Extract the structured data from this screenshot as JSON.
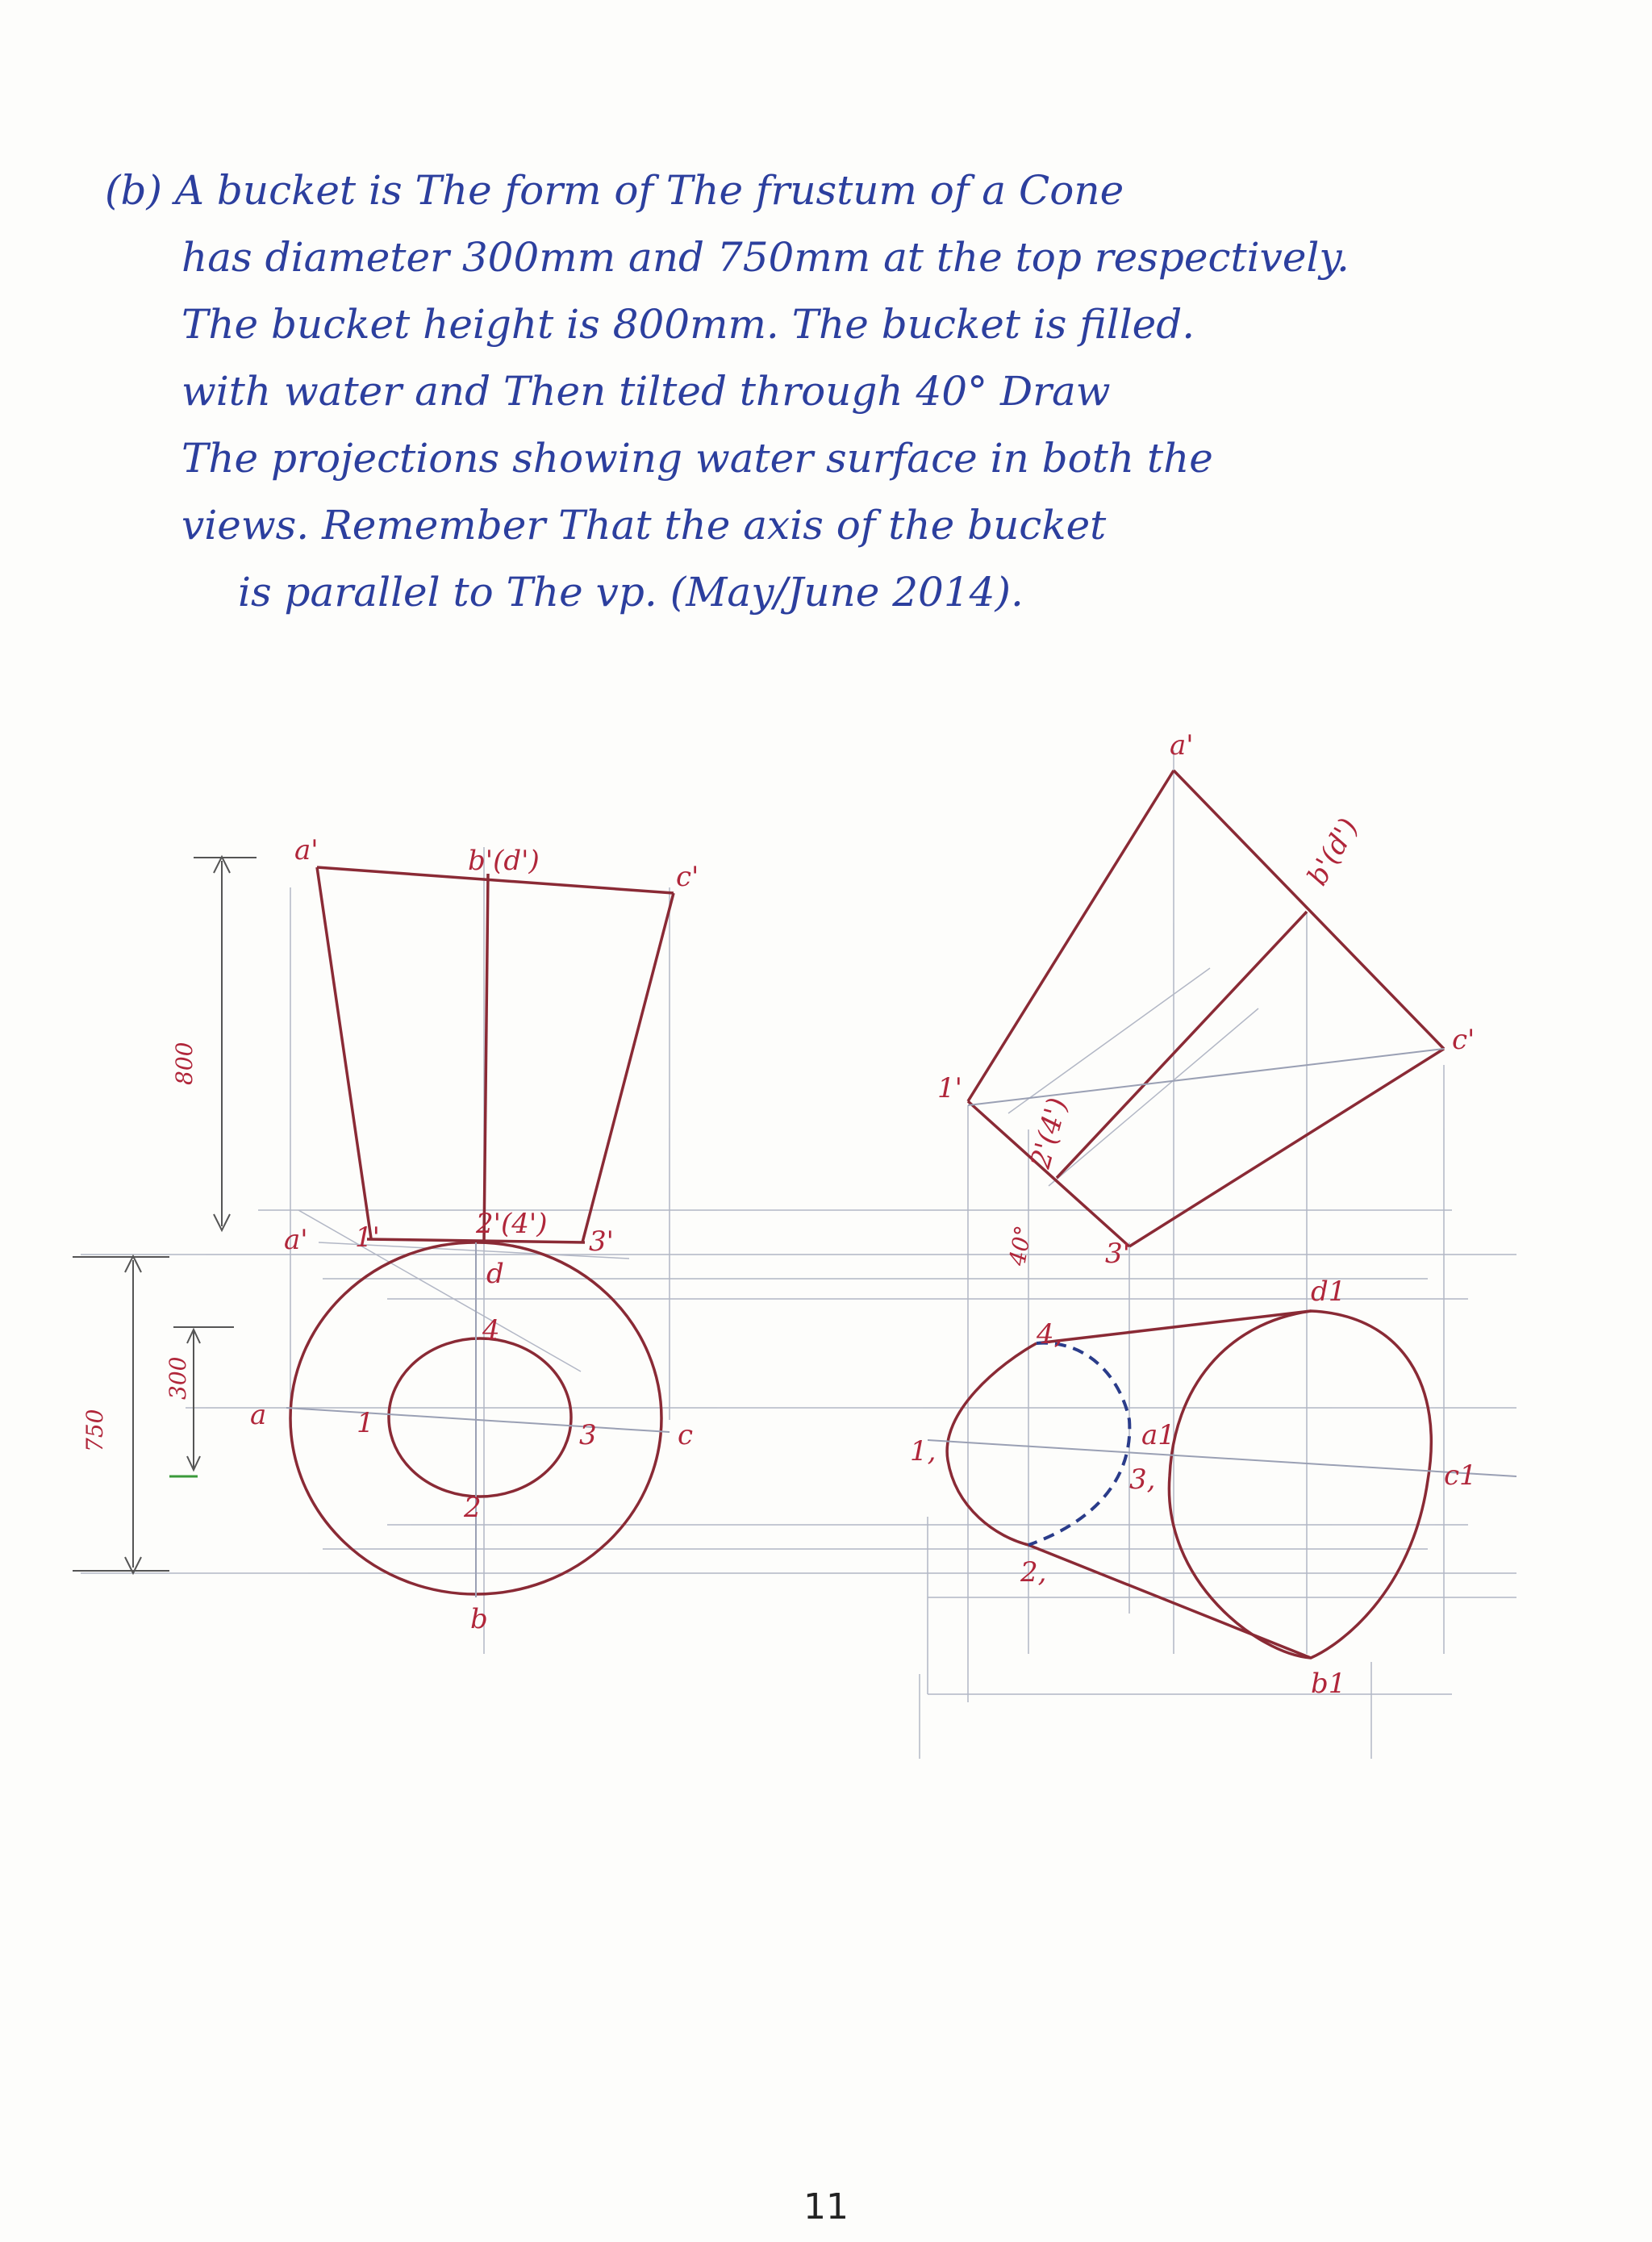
{
  "problem": {
    "lines": [
      "(b) A bucket is The form of The frustum of a Cone",
      "has diameter 300mm and 750mm at the top respectively.",
      "The bucket height is 800mm. The bucket is filled.",
      "with water and Then tilted through 40° Draw",
      "The projections showing water surface in both the",
      "views. Remember That the axis of the bucket",
      "is parallel to The vp. (May/June 2014)."
    ]
  },
  "drawing": {
    "dimensions": {
      "height": "800",
      "top_diameter": "750",
      "bottom_diameter": "300",
      "tilt_angle": "40°"
    },
    "front_view_labels": {
      "a_prime": "a'",
      "b_prime_d_prime": "b'(d')",
      "c_prime": "c'",
      "p1_prime": "1'",
      "p2_prime_4_prime": "2'(4')",
      "p3_prime": "3'",
      "a_prime_lower": "a'"
    },
    "top_view_labels": {
      "a": "a",
      "b": "b",
      "c": "c",
      "d": "d",
      "p1": "1",
      "p2": "2",
      "p3": "3",
      "p4": "4"
    },
    "tilted_front_labels": {
      "a_prime": "a'",
      "b_prime_d_prime": "b'(d')",
      "c_prime": "c'",
      "p1_prime": "1'",
      "p2_prime_4_prime": "2'(4')",
      "p3_prime": "3'",
      "angle": "40°"
    },
    "tilted_top_labels": {
      "a1": "a1",
      "b1": "b1",
      "c1": "c1",
      "d1": "d1",
      "p1": "1,",
      "p2": "2,",
      "p3": "3,",
      "p4": "4,"
    },
    "colors": {
      "ink_blue": "#2c3f9e",
      "ink_red": "#b0263a",
      "outline": "#8a2a35",
      "construction": "#9aa0b4",
      "water_surface": "#2a3c8a"
    }
  },
  "footer": {
    "page_number": "11"
  }
}
